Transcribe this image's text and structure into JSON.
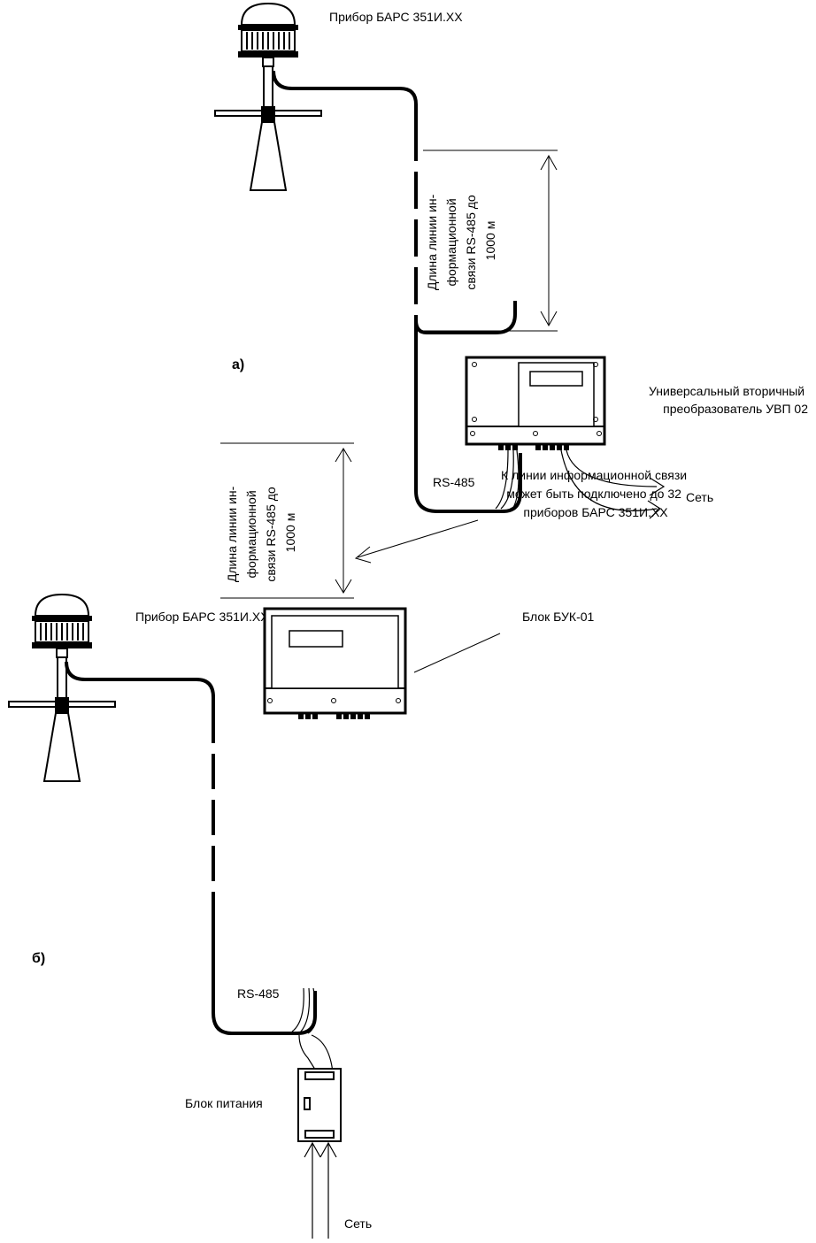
{
  "diagram_a": {
    "marker": "а)",
    "device_label": "Прибор БАРС 351И.XX",
    "length_label": [
      "Длина линии ин-",
      "формационной",
      "связи RS-485 до",
      "1000 м"
    ],
    "converter_label": [
      "Универсальный вторичный",
      "преобразователь УВП 02"
    ],
    "rs485_label": "RS-485",
    "network_label": "Сеть"
  },
  "diagram_b": {
    "marker": "б)",
    "device_label": "Прибор БАРС 351И.XX",
    "length_label": [
      "Длина линии ин-",
      "формационной",
      "связи RS-485 до",
      "1000 м"
    ],
    "note_label": [
      "К линии информационной связи",
      "может быть подключено до 32",
      "приборов БАРС 351И.XX"
    ],
    "buk_label": "Блок БУК-01",
    "rs485_label": "RS-485",
    "power_label": "Блок питания",
    "network_label": "Сеть"
  },
  "colors": {
    "ink": "#000000",
    "background": "#ffffff"
  }
}
